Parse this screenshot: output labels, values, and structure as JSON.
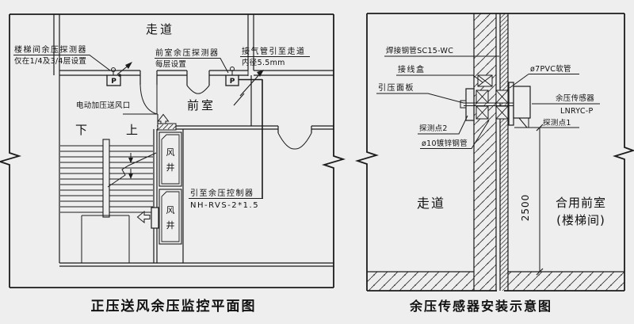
{
  "plan": {
    "title": "正压送风余压监控平面图",
    "rooms": {
      "corridor": "走道",
      "front_room": "前室",
      "down": "下",
      "up": "上",
      "shaft_char_wind": "风",
      "shaft_char_well": "井"
    },
    "detectors": {
      "stair": "P",
      "front": "P"
    },
    "callouts": {
      "stair_detector_line1": "楼梯间余压探测器",
      "stair_detector_line2": "仅在1/4及3/4层设置",
      "front_detector_line1": "前室余压探测器",
      "front_detector_line2": "每层设置",
      "air_tube_line1": "接气管引至走道",
      "air_tube_line2": "内径5.5mm",
      "supply_outlet": "电动加压送风口",
      "controller_line1": "引至余压控制器",
      "controller_line2": "NH-RVS-2*1.5"
    }
  },
  "install": {
    "title": "余压传感器安装示意图",
    "rooms": {
      "corridor": "走道",
      "front_room_line1": "合用前室",
      "front_room_line2": "(楼梯间)"
    },
    "dimension_height": "2500",
    "callouts": {
      "welded_pipe": "焊接钢管SC15-WC",
      "junction_box": "接线盒",
      "pressure_panel": "引压面板",
      "detection_point2": "探测点2",
      "galvanized_pipe": "ø10镀锌钢管",
      "pvc_tube": "ø7PVC软管",
      "sensor_line1": "余压传感器",
      "sensor_line2": "LNRYC-P",
      "detection_point1": "探测点1"
    }
  },
  "colors": {
    "background": "#eeeeee",
    "line": "#1b1b1b",
    "text": "#101010"
  }
}
